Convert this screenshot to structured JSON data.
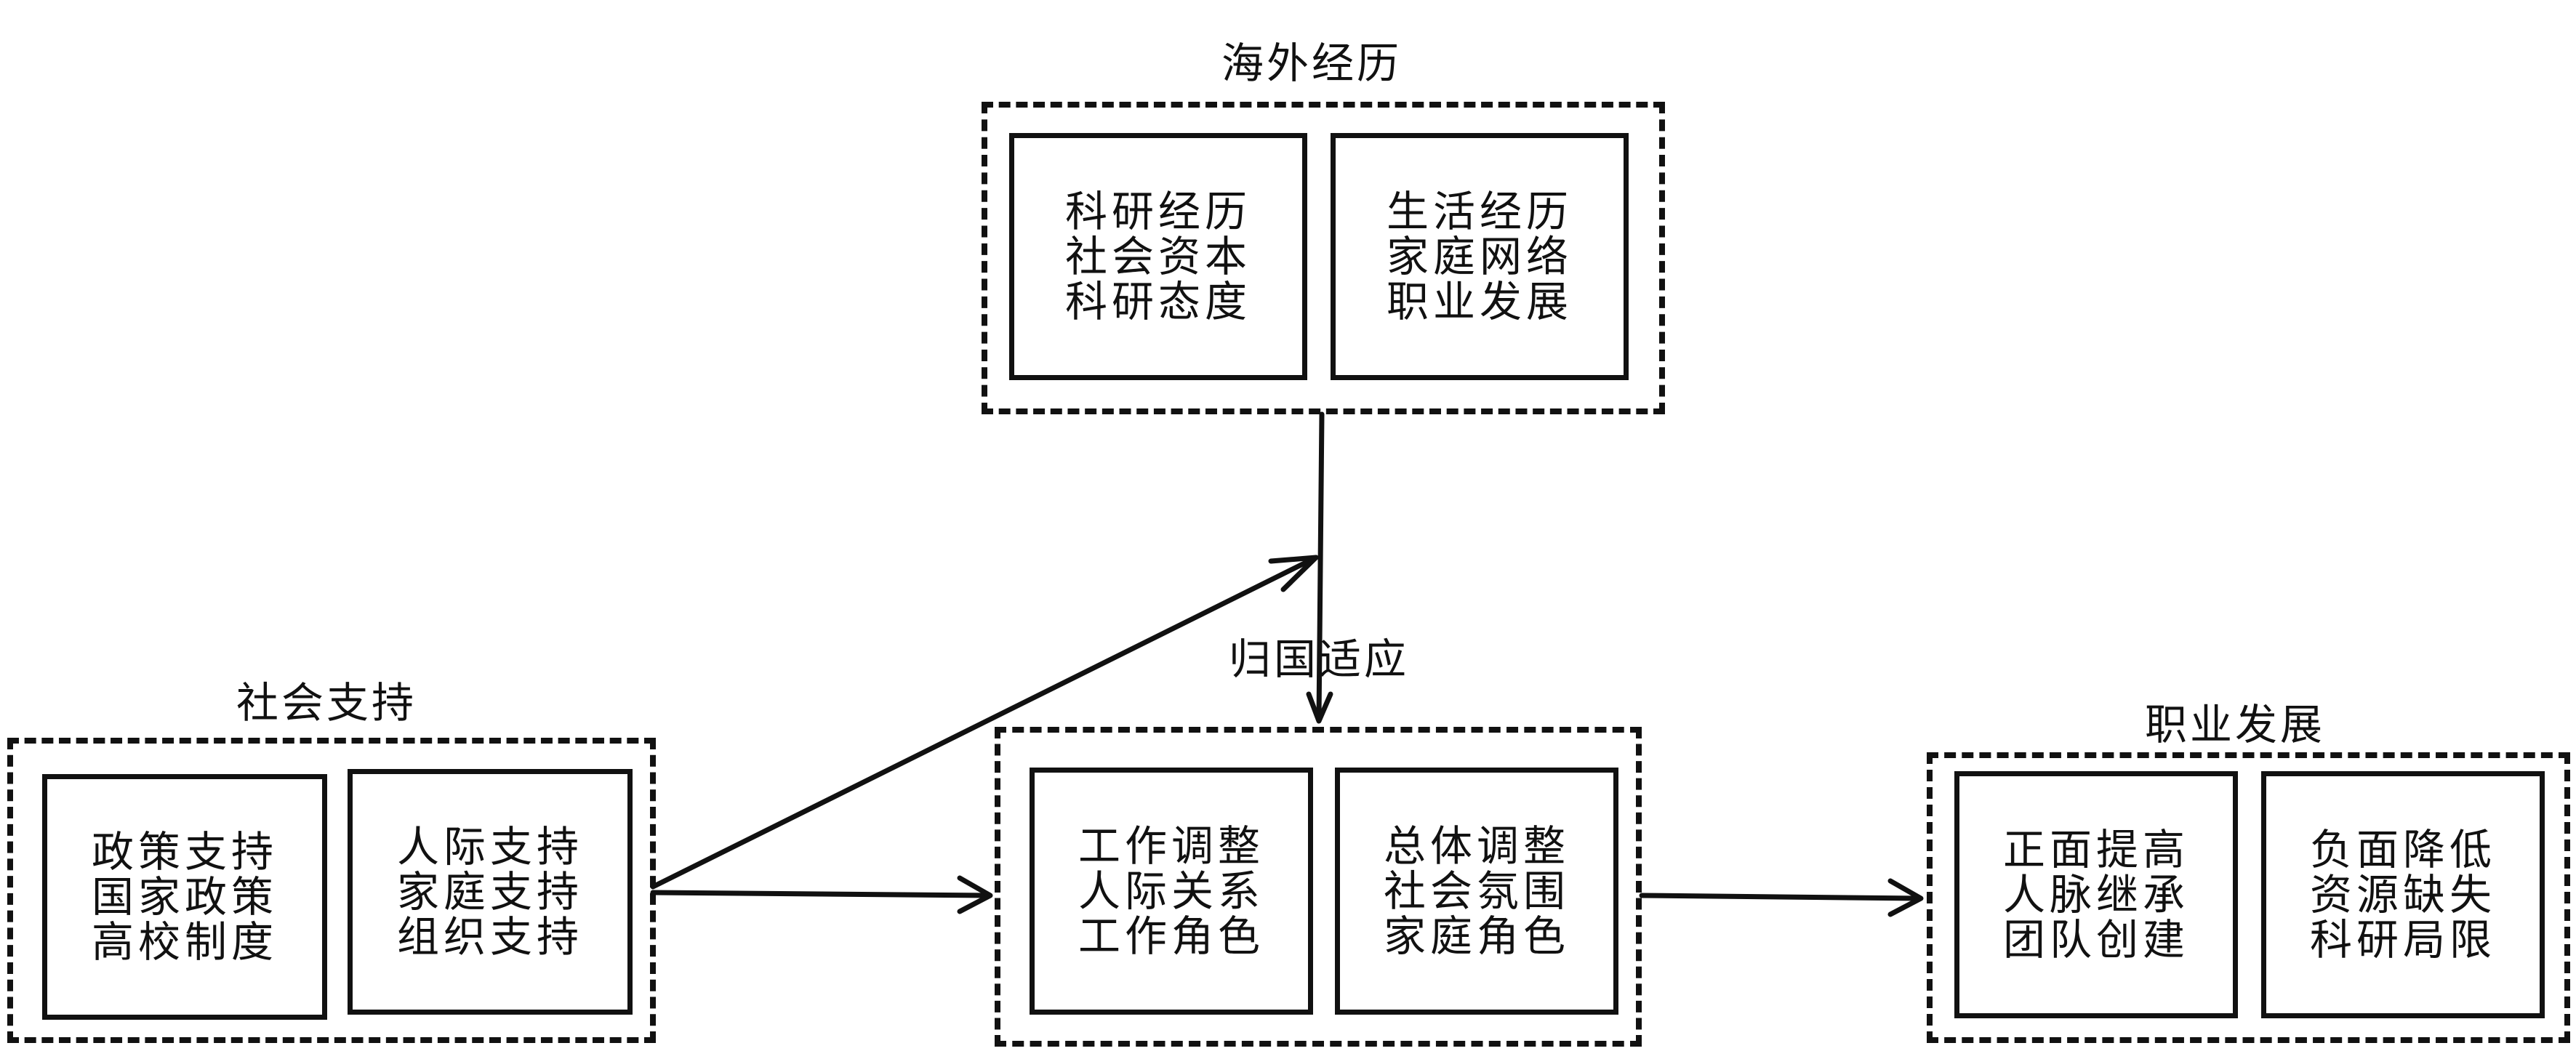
{
  "groups": [
    {
      "id": "overseas",
      "title": "海外经历",
      "boxes": [
        {
          "lines": [
            "科研经历",
            "社会资本",
            "科研态度"
          ]
        },
        {
          "lines": [
            "生活经历",
            "家庭网络",
            "职业发展"
          ]
        }
      ]
    },
    {
      "id": "social",
      "title": "社会支持",
      "boxes": [
        {
          "lines": [
            "政策支持",
            "国家政策",
            "高校制度"
          ]
        },
        {
          "lines": [
            "人际支持",
            "家庭支持",
            "组织支持"
          ]
        }
      ]
    },
    {
      "id": "adapt",
      "title": "归国适应",
      "boxes": [
        {
          "lines": [
            "工作调整",
            "人际关系",
            "工作角色"
          ]
        },
        {
          "lines": [
            "总体调整",
            "社会氛围",
            "家庭角色"
          ]
        }
      ]
    },
    {
      "id": "career",
      "title": "职业发展",
      "boxes": [
        {
          "lines": [
            "正面提高",
            "人脉继承",
            "团队创建"
          ]
        },
        {
          "lines": [
            "负面降低",
            "资源缺失",
            "科研局限"
          ]
        }
      ]
    }
  ],
  "edges": [
    {
      "from": "overseas",
      "to": "adapt"
    },
    {
      "from": "social",
      "to": "overseas-adapt-link"
    },
    {
      "from": "social",
      "to": "adapt"
    },
    {
      "from": "adapt",
      "to": "career"
    }
  ]
}
